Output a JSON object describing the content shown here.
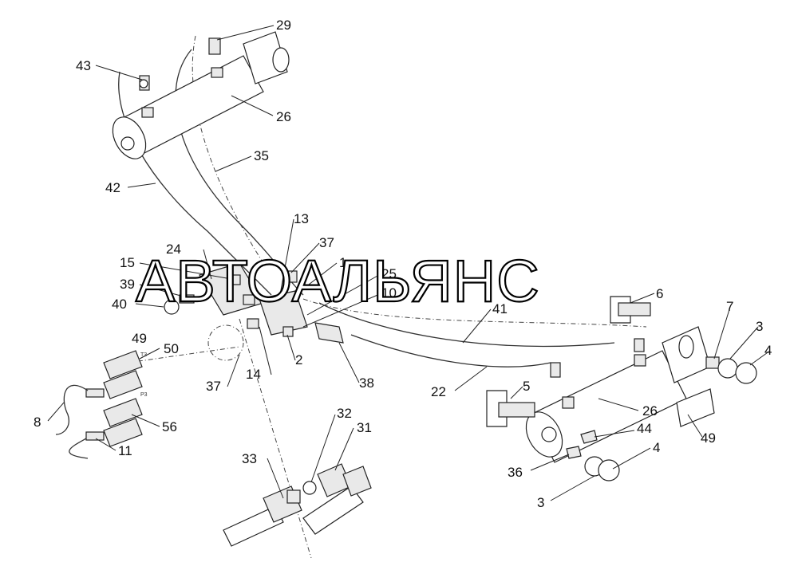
{
  "watermark": "АВТОАЛЬЯНС",
  "small_labels": {
    "t3": "Т3",
    "p3": "Р3"
  },
  "callouts": [
    {
      "id": "c29",
      "text": "29"
    },
    {
      "id": "c43",
      "text": "43"
    },
    {
      "id": "c26a",
      "text": "26"
    },
    {
      "id": "c35",
      "text": "35"
    },
    {
      "id": "c42",
      "text": "42"
    },
    {
      "id": "c13",
      "text": "13"
    },
    {
      "id": "c37a",
      "text": "37"
    },
    {
      "id": "c24",
      "text": "24"
    },
    {
      "id": "c15",
      "text": "15"
    },
    {
      "id": "c1",
      "text": "1"
    },
    {
      "id": "c25",
      "text": "25"
    },
    {
      "id": "c39",
      "text": "39"
    },
    {
      "id": "c10",
      "text": "10"
    },
    {
      "id": "c40",
      "text": "40"
    },
    {
      "id": "c6",
      "text": "6"
    },
    {
      "id": "c41",
      "text": "41"
    },
    {
      "id": "c7",
      "text": "7"
    },
    {
      "id": "c3a",
      "text": "3"
    },
    {
      "id": "c4a",
      "text": "4"
    },
    {
      "id": "c49a",
      "text": "49"
    },
    {
      "id": "c50",
      "text": "50"
    },
    {
      "id": "c2",
      "text": "2"
    },
    {
      "id": "c14",
      "text": "14"
    },
    {
      "id": "c37b",
      "text": "37"
    },
    {
      "id": "c38",
      "text": "38"
    },
    {
      "id": "c22",
      "text": "22"
    },
    {
      "id": "c5",
      "text": "5"
    },
    {
      "id": "c26b",
      "text": "26"
    },
    {
      "id": "c8",
      "text": "8"
    },
    {
      "id": "c56",
      "text": "56"
    },
    {
      "id": "c49b",
      "text": "49"
    },
    {
      "id": "c44",
      "text": "44"
    },
    {
      "id": "c32",
      "text": "32"
    },
    {
      "id": "c31",
      "text": "31"
    },
    {
      "id": "c11",
      "text": "11"
    },
    {
      "id": "c4b",
      "text": "4"
    },
    {
      "id": "c36",
      "text": "36"
    },
    {
      "id": "c33",
      "text": "33"
    },
    {
      "id": "c3b",
      "text": "3"
    }
  ]
}
